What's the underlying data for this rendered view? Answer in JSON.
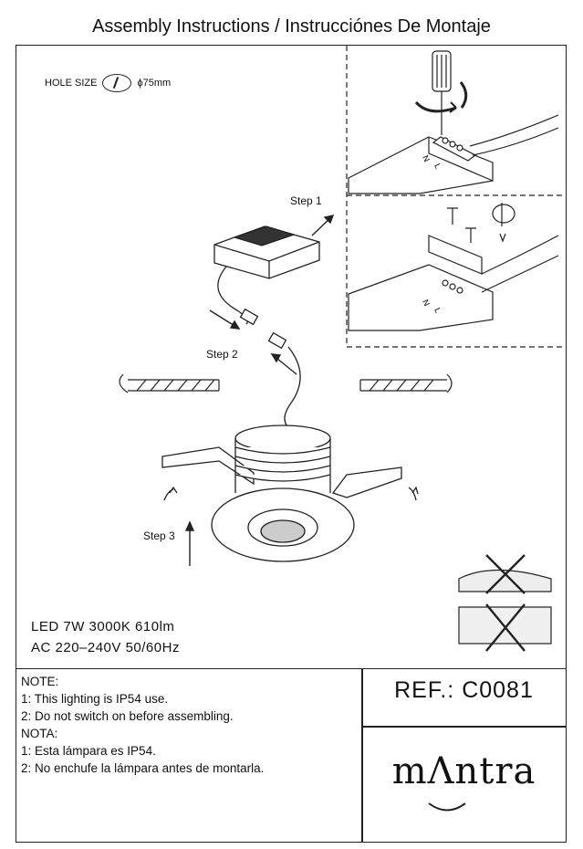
{
  "title": "Assembly Instructions / Instrucciónes De Montaje",
  "hole": {
    "label": "HOLE SIZE",
    "value": "ϕ75mm"
  },
  "steps": [
    "Step 1",
    "Step 2",
    "Step 3"
  ],
  "spec": {
    "line1": "LED  7W  3000K  610lm",
    "line2": "AC 220–240V 50/60Hz"
  },
  "notes": [
    "NOTE:",
    "1: This lighting is IP54 use.",
    "2: Do not switch on before assembling.",
    "NOTA:",
    "1: Esta lámpara es IP54.",
    "2: No enchufe la lámpara antes de montarla."
  ],
  "ref": "REF.:  C0081",
  "brand": "mΛntra",
  "terminal_labels": [
    "N",
    "L"
  ]
}
